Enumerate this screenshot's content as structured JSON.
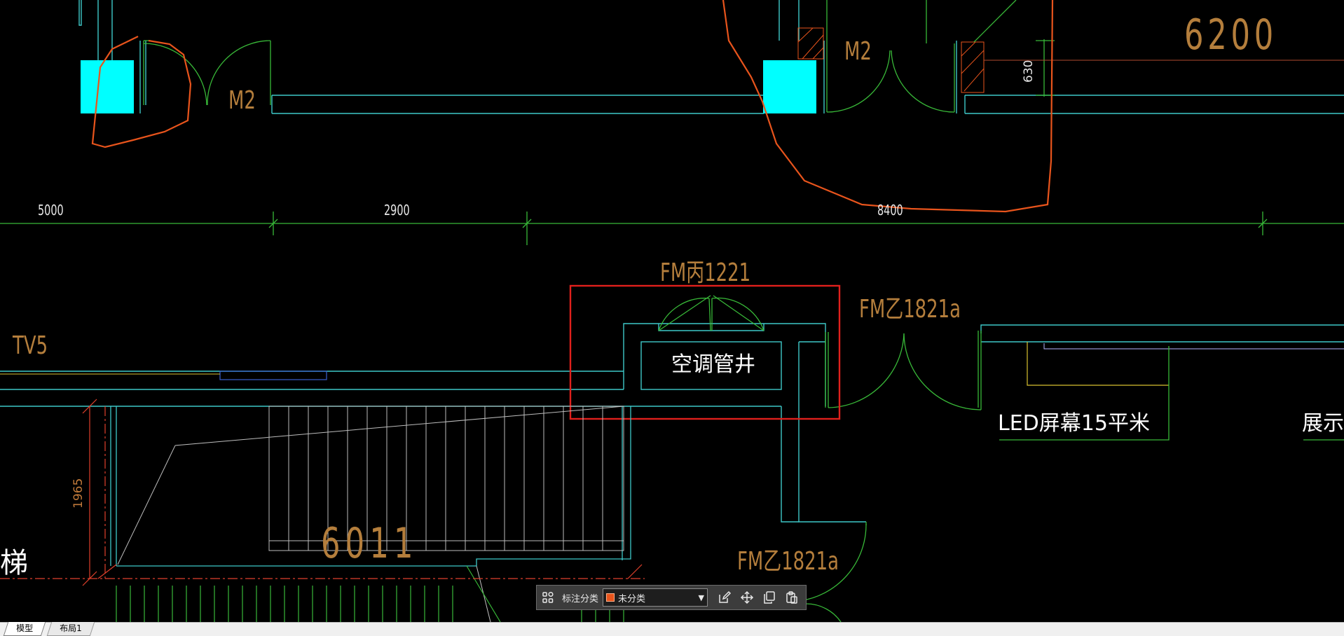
{
  "drawing": {
    "annotations": {
      "m2_left": "M2",
      "m2_right": "M2",
      "big_6200": "6200",
      "big_6011": "6011",
      "fm_bing": "FM丙1221",
      "fm_yi_top": "FM乙1821a",
      "fm_yi_bottom": "FM乙1821a",
      "tv5": "TV5",
      "shaft": "空调管井",
      "led": "LED屏幕15平米",
      "display": "展示台",
      "stair_char": "梯"
    },
    "dimensions": {
      "d5000": "5000",
      "d2900": "2900",
      "d8400": "8400",
      "d630": "630",
      "d1965": "1965"
    },
    "colors": {
      "background": "#000000",
      "wall": "#3ec8c8",
      "door": "#38b838",
      "axis": "#38b838",
      "annotation_text": "#b47e3c",
      "cloud": "#e8541c",
      "highlight_box": "#e0201c",
      "column_fill": "#00ffff"
    }
  },
  "toolbar": {
    "grid_icon": "grid-icon",
    "label": "标注分类",
    "category_value": "未分类",
    "category_color": "#e8541c"
  },
  "tabs": [
    {
      "label": "模型",
      "active": true
    },
    {
      "label": "布局1",
      "active": false
    }
  ]
}
